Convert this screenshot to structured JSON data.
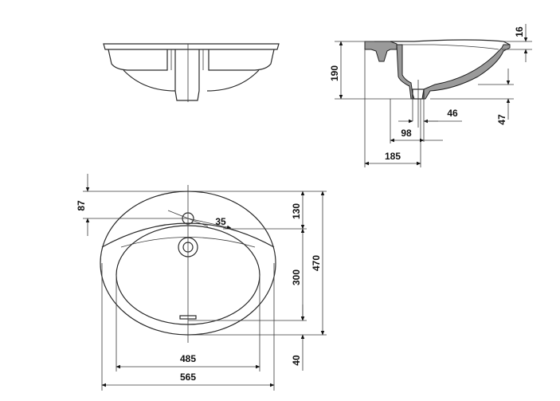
{
  "dimensions": {
    "front": {
      "d87": "87",
      "d35": "35",
      "d130": "130",
      "d300": "300",
      "d470": "470",
      "d40": "40",
      "d485": "485",
      "d565": "565"
    },
    "section": {
      "d16": "16",
      "d190": "190",
      "d46": "46",
      "d47": "47",
      "d98": "98",
      "d185": "185"
    }
  }
}
